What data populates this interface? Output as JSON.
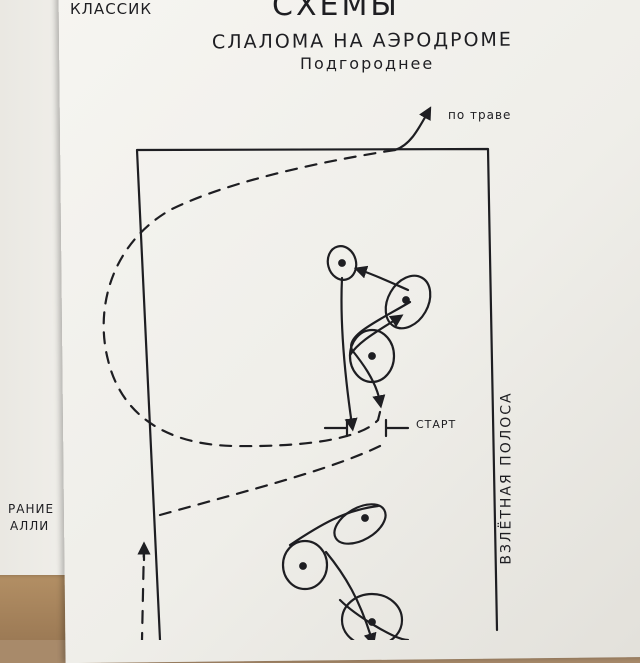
{
  "header": {
    "left_label": "КЛАССИК",
    "title": "СХЕМЫ",
    "subtitle": "СЛАЛОМА НА АЭРОДРОМЕ",
    "location": "Подгороднее"
  },
  "annotations": {
    "grass": "по траве",
    "start": "СТАРТ",
    "runway": "ВЗЛЁТНАЯ ПОЛОСА"
  },
  "back_sheet": {
    "line1": "РАНИЕ",
    "line2": "АЛЛИ"
  },
  "colors": {
    "ink": "#1e1e22",
    "paper": "#f3f2ee"
  }
}
